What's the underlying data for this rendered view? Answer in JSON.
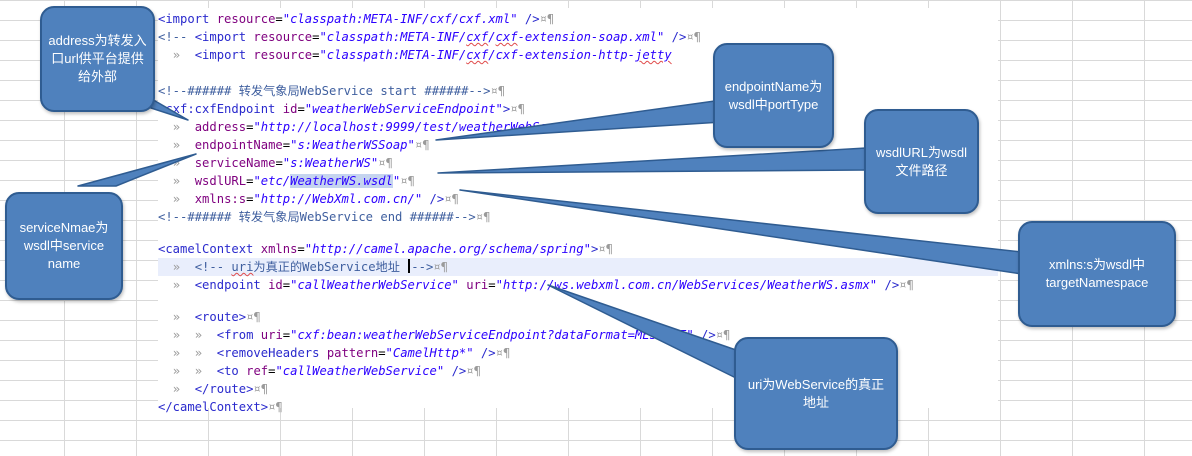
{
  "colors": {
    "callout_fill": "#4f81bd",
    "callout_border": "#2f5c91",
    "tag": "#2a2acd",
    "attribute": "#7f007f",
    "value": "#2a00ff",
    "comment": "#3f5f9f",
    "current_line": "#e9eefc"
  },
  "code": {
    "import1_tag": "<import ",
    "import1_attr": "resource",
    "import1_val": "\"classpath:META-INF/cxf/cxf.xml\"",
    "import1_end": " />",
    "comment_open": "<!-- ",
    "import2_tag": "<import ",
    "import2_attr": "resource",
    "import2_val_a": "\"classpath:META-INF/",
    "import2_val_b": "cxf",
    "import2_val_c": "/",
    "import2_val_d": "cxf",
    "import2_val_e": "-extension-soap.xml\"",
    "import2_end": " />",
    "import3_tag": "<import ",
    "import3_attr": "resource",
    "import3_val_a": "\"classpath:META-INF/",
    "import3_val_b": "cxf",
    "import3_val_c": "/cxf-extension-http-",
    "import3_val_d": "jetty",
    "comment_start": "<!--###### 转发气象局WebService start ######-->",
    "endpoint_open_tag": "<cxf:cxfEndpoint ",
    "endpoint_id_attr": "id",
    "endpoint_id_val": "\"weatherWebServiceEndpoint\"",
    "endpoint_close_gt": ">",
    "address_attr": "address",
    "address_val": "\"http://localhost:9999/test/weatherWebService\"",
    "endpoint_name_attr": "endpointName",
    "endpoint_name_val": "\"s:WeatherWSSoap\"",
    "service_name_attr": "serviceName",
    "service_name_val": "\"s:WeatherWS\"",
    "wsdl_attr": "wsdlURL",
    "wsdl_val_a": "\"etc/",
    "wsdl_val_b": "WeatherWS.wsdl",
    "wsdl_val_c": "\"",
    "xmlns_attr": "xmlns:s",
    "xmlns_val": "\"http://WebXml.com.cn/\"",
    "xmlns_end": " />",
    "comment_end": "<!--###### 转发气象局WebService end ######-->",
    "camel_open": "<camelContext ",
    "camel_xmlns_attr": "xmlns",
    "camel_xmlns_val": "\"http://camel.apache.org/schema/spring\"",
    "camel_open_gt": ">",
    "uri_comment_a": "<!-- ",
    "uri_comment_b": "uri",
    "uri_comment_c": "为真正的WebService地址 ",
    "uri_comment_d": "-->",
    "call_endpoint_tag": "<endpoint ",
    "call_id_attr": "id",
    "call_id_val": "\"callWeatherWebService\"",
    "call_uri_attr": "uri",
    "call_uri_val": "\"http://ws.webxml.com.cn/WebServices/WeatherWS.asmx\"",
    "call_end": " />",
    "route_open": "<route>",
    "from_tag": "<from ",
    "from_uri_attr": "uri",
    "from_uri_val": "\"cxf:bean:weatherWebServiceEndpoint?dataFormat=MESSAGE\"",
    "from_end": " />",
    "remove_tag": "<removeHeaders ",
    "remove_attr": "pattern",
    "remove_val": "\"CamelHttp*\"",
    "remove_end": " />",
    "to_tag": "<to ",
    "to_attr": "ref",
    "to_val": "\"callWeatherWebService\"",
    "to_end": " />",
    "route_close": "</route>",
    "camel_close": "</camelContext>",
    "pilcrow": "¤¶",
    "tab_mark": "»"
  },
  "callouts": {
    "address": "address为转发入口url供平台提供给外部",
    "endpoint_name": "endpointName为wsdl中portType",
    "wsdl_url": "wsdlURL为wsdl文件路径",
    "service_name": "serviceNmae为wsdl中service name",
    "xmlns": "xmlns:s为wsdl中targetNamespace",
    "uri": "uri为WebService的真正地址"
  }
}
